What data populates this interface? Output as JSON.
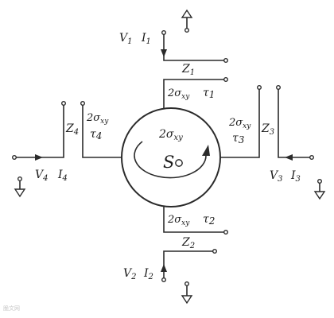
{
  "center": {
    "label": "2σ",
    "sub": "xy",
    "symbol": "S"
  },
  "ports": {
    "p1": {
      "v": "V",
      "vsub": "1",
      "i": "I",
      "isub": "1",
      "z": "Z",
      "zsub": "1",
      "s": "2σ",
      "ssub": "xy",
      "tau": "τ",
      "tausub": "1"
    },
    "p2": {
      "v": "V",
      "vsub": "2",
      "i": "I",
      "isub": "2",
      "z": "Z",
      "zsub": "2",
      "s": "2σ",
      "ssub": "xy",
      "tau": "τ",
      "tausub": "2"
    },
    "p3": {
      "v": "V",
      "vsub": "3",
      "i": "I",
      "isub": "3",
      "z": "Z",
      "zsub": "3",
      "s": "2σ",
      "ssub": "xy",
      "tau": "τ",
      "tausub": "3"
    },
    "p4": {
      "v": "V",
      "vsub": "4",
      "i": "I",
      "isub": "4",
      "z": "Z",
      "zsub": "4",
      "s": "2σ",
      "ssub": "xy",
      "tau": "τ",
      "tausub": "4"
    }
  },
  "watermark": "脆文网"
}
